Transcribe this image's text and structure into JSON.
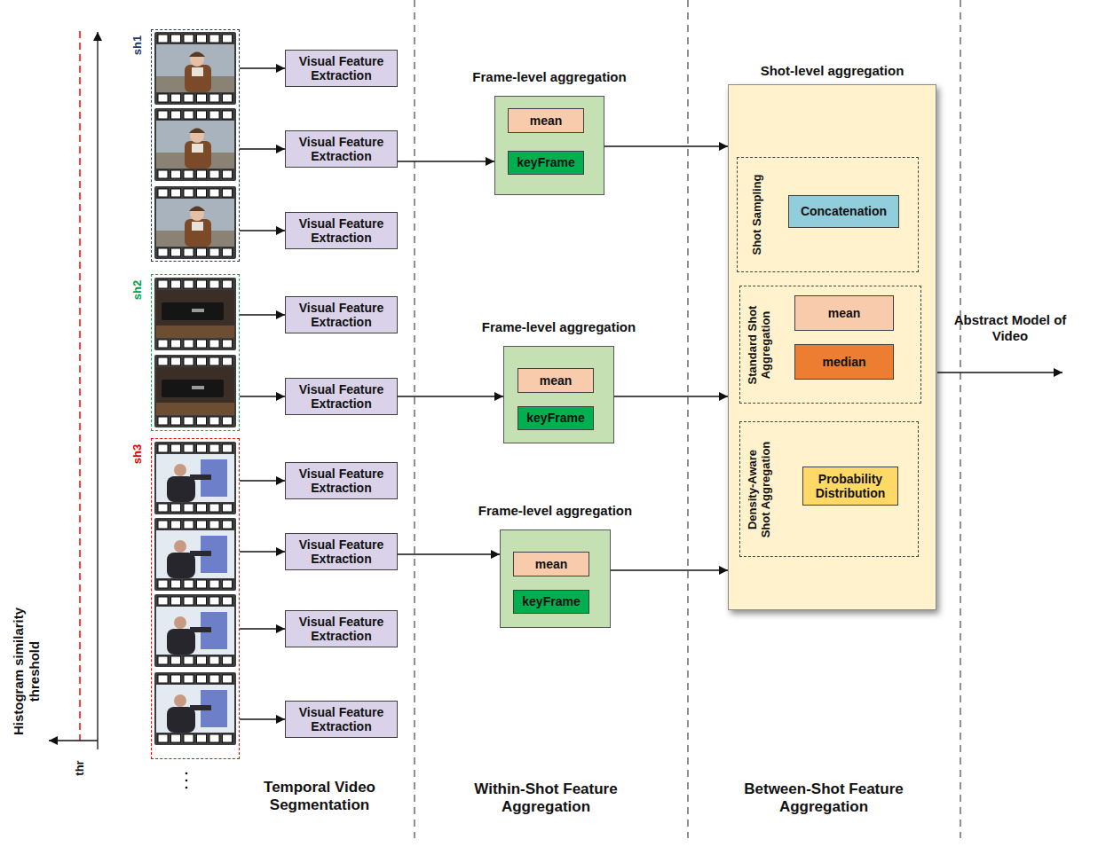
{
  "diagram": {
    "nodes": [
      {
        "text": [
          "sh1"
        ]
      },
      {
        "text": [
          "sh2"
        ]
      },
      {
        "text": [
          "sh3"
        ]
      },
      {
        "text": [
          "Visual Feature Extraction"
        ]
      },
      {
        "text": [
          "Visual Feature Extraction"
        ]
      },
      {
        "text": [
          "Visual Feature Extraction"
        ]
      },
      {
        "text": [
          "Visual Feature Extraction"
        ]
      },
      {
        "text": [
          "Visual Feature Extraction"
        ]
      },
      {
        "text": [
          "Visual Feature Extraction"
        ]
      },
      {
        "text": [
          "Visual Feature Extraction"
        ]
      },
      {
        "text": [
          "Visual Feature Extraction"
        ]
      },
      {
        "text": [
          "Visual Feature Extraction"
        ]
      },
      {
        "text": [
          "Frame-level aggregation"
        ]
      },
      {
        "text": [
          "mean"
        ],
        "in": 12
      },
      {
        "text": [
          "keyFrame"
        ],
        "in": 12
      },
      {
        "text": [
          "Frame-level aggregation"
        ]
      },
      {
        "text": [
          "mean"
        ],
        "in": 15
      },
      {
        "text": [
          "keyFrame"
        ],
        "in": 15
      },
      {
        "text": [
          "Frame-level aggregation"
        ]
      },
      {
        "text": [
          "mean"
        ],
        "in": 18
      },
      {
        "text": [
          "keyFrame"
        ],
        "in": 18
      },
      {
        "text": [
          "Shot-level aggregation"
        ]
      },
      {
        "text": [
          "Shot Sampling"
        ],
        "in": 21
      },
      {
        "text": [
          "Concatenation"
        ],
        "in": 22
      },
      {
        "text": [
          "Standard Shot Aggregation"
        ],
        "in": 21
      },
      {
        "text": [
          "mean"
        ],
        "in": 24
      },
      {
        "text": [
          "median"
        ],
        "in": 24
      },
      {
        "text": [
          "Density-Aware Shot Aggregation"
        ],
        "in": 21
      },
      {
        "text": [
          "Probability Distribution"
        ],
        "in": 27
      }
    ],
    "edges": [
      {
        "from": 0,
        "to": 3,
        "arrow": "to"
      },
      {
        "from": 0,
        "to": 4,
        "arrow": "to"
      },
      {
        "from": 0,
        "to": 5,
        "arrow": "to"
      },
      {
        "from": 1,
        "to": 6,
        "arrow": "to"
      },
      {
        "from": 1,
        "to": 7,
        "arrow": "to"
      },
      {
        "from": 2,
        "to": 8,
        "arrow": "to"
      },
      {
        "from": 2,
        "to": 9,
        "arrow": "to"
      },
      {
        "from": 2,
        "to": 10,
        "arrow": "to"
      },
      {
        "from": 2,
        "to": 11,
        "arrow": "to"
      },
      {
        "from": 4,
        "to": 12,
        "arrow": "to"
      },
      {
        "from": 7,
        "to": 15,
        "arrow": "to"
      },
      {
        "from": 9,
        "to": 18,
        "arrow": "to"
      },
      {
        "from": 12,
        "to": 21,
        "arrow": "to"
      },
      {
        "from": 15,
        "to": 21,
        "arrow": "to"
      },
      {
        "from": 18,
        "to": 21,
        "arrow": "to"
      }
    ],
    "labels": [
      "Histogram similarity threshold",
      "thr",
      "Abstract Model of Video",
      "Temporal Video Segmentation",
      "Within-Shot Feature Aggregation",
      "Between-Shot Feature Aggregation"
    ]
  }
}
